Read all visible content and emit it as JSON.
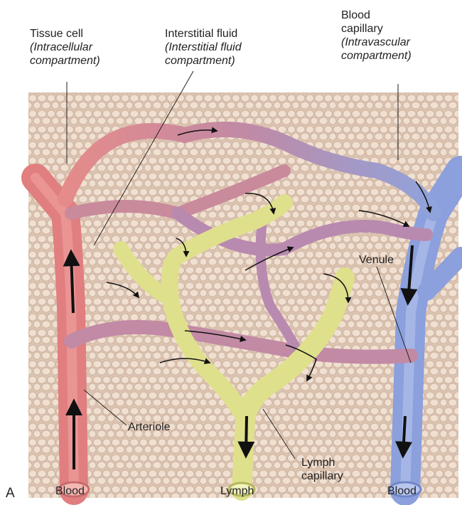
{
  "labels": {
    "tissue_cell": {
      "title": "Tissue cell",
      "sub1": "(Intracellular",
      "sub2": "compartment)"
    },
    "interstitial": {
      "title": "Interstitial fluid",
      "sub1": "(Interstitial fluid",
      "sub2": "compartment)"
    },
    "blood_capillary": {
      "title1": "Blood",
      "title2": "capillary",
      "sub1": "(Intravascular",
      "sub2": "compartment)"
    },
    "venule": "Venule",
    "arteriole": "Arteriole",
    "lymph_capillary": {
      "line1": "Lymph",
      "line2": "capillary"
    },
    "bottom_blood_left": "Blood",
    "bottom_lymph": "Lymph",
    "bottom_blood_right": "Blood",
    "panel_letter": "A"
  },
  "colors": {
    "tissue_bg": "#e6d3c4",
    "cell": "#f1e3d6",
    "artery": "#e58b8a",
    "capillary_mid": "#b58aa6",
    "vein": "#8fa3dc",
    "lymph": "#e1e394"
  }
}
